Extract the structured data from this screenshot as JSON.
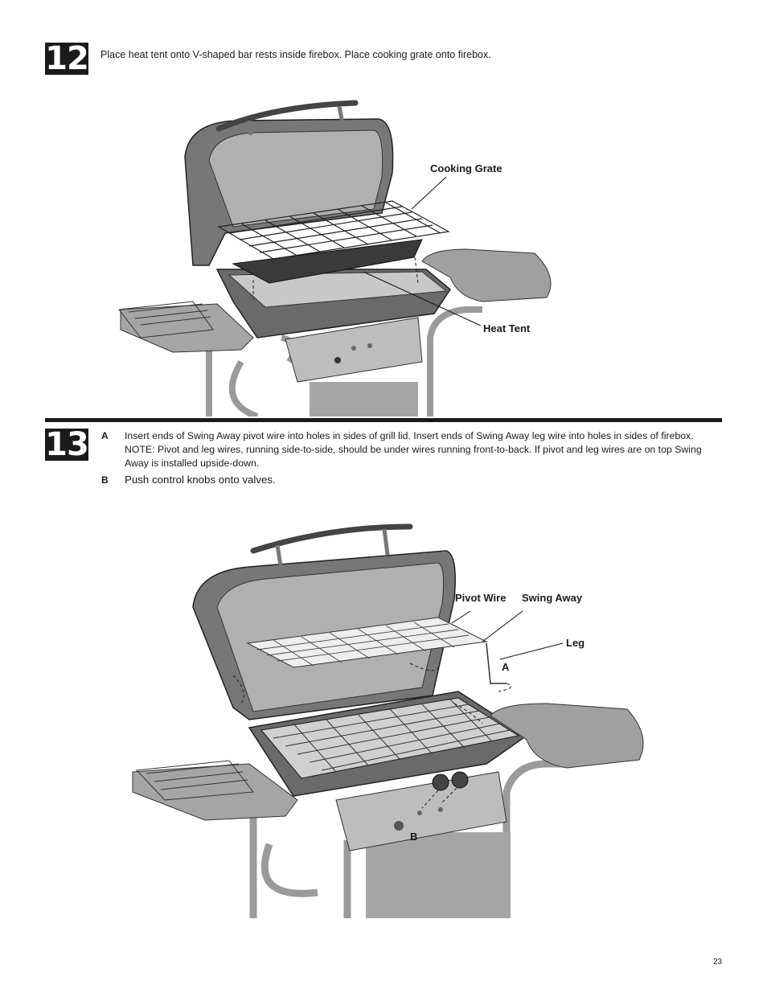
{
  "step12": {
    "number": "12",
    "instruction": "Place heat tent onto V-shaped bar rests inside firebox. Place cooking grate onto firebox.",
    "callouts": {
      "cooking_grate": "Cooking Grate",
      "heat_tent": "Heat Tent"
    }
  },
  "step13": {
    "number": "13",
    "a_letter": "A",
    "a_text": "Insert ends of Swing Away pivot wire into holes in sides of grill lid. Insert ends of Swing Away leg wire into holes in sides of firebox. NOTE: Pivot and leg wires, running side-to-side, should be under wires running front-to-back. If pivot and leg wires are on top Swing Away is installed upside-down.",
    "b_letter": "B",
    "b_text": "Push control knobs onto valves.",
    "callouts": {
      "pivot_wire": "Pivot Wire",
      "swing_away": "Swing Away",
      "leg": "Leg",
      "marker_a": "A",
      "marker_b": "B"
    }
  },
  "page_number": "23"
}
